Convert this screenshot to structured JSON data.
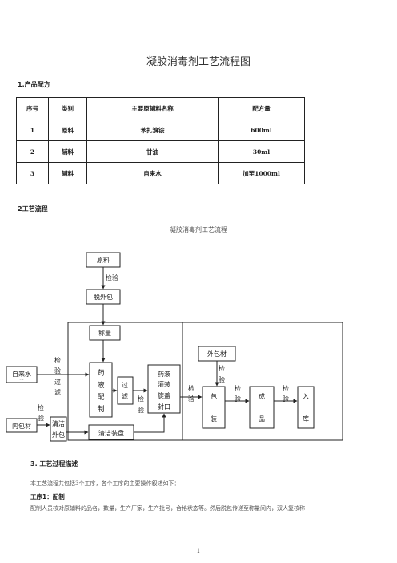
{
  "doc": {
    "title": "凝胶消毒剂工艺流程图",
    "section1": "1.产品配方",
    "table": {
      "headers": [
        "序号",
        "类别",
        "主要原辅料名称",
        "配方量"
      ],
      "rows": [
        [
          "1",
          "原料",
          "苯扎溴铵",
          "600ml"
        ],
        [
          "2",
          "辅料",
          "甘油",
          "30ml"
        ],
        [
          "3",
          "辅料",
          "自来水",
          "加至1000ml"
        ]
      ]
    },
    "section2": "2工艺流程",
    "section3": "3. 工艺过程描述",
    "para1": "本工艺流程共包括3个工序，各个工序的主要操作叙述如下：",
    "step1_title": "工序1：配制",
    "step1_text": "配制人员核对原辅料的品名，数量，生产厂家，生产批号，合格状态等。然后脱包传递至称量间内，双人复核称",
    "page_number": "1"
  },
  "diagram": {
    "title": "凝胶消毒剂工艺流程",
    "raw": "原料",
    "inspect": "检验",
    "unpack": "脱外包",
    "weigh": "称量",
    "tap_water": "自来水",
    "tap_sub": "*~",
    "inner_pack": "内包材",
    "inspect_filter": [
      "检",
      "验",
      "过",
      "滤"
    ],
    "inspect_v": [
      "检",
      "验"
    ],
    "clean_outer": [
      "清洁",
      "外包"
    ],
    "clean_dry": "清洁装盘",
    "mix": [
      "药",
      "液",
      "配",
      "制"
    ],
    "filter": [
      "过",
      "滤"
    ],
    "fill": [
      "药液",
      "灌装",
      "旋盖",
      "封口"
    ],
    "outer_pack": "外包材",
    "pack": [
      "包",
      "装"
    ],
    "product": [
      "成",
      "品"
    ],
    "store": [
      "入",
      "库"
    ]
  }
}
